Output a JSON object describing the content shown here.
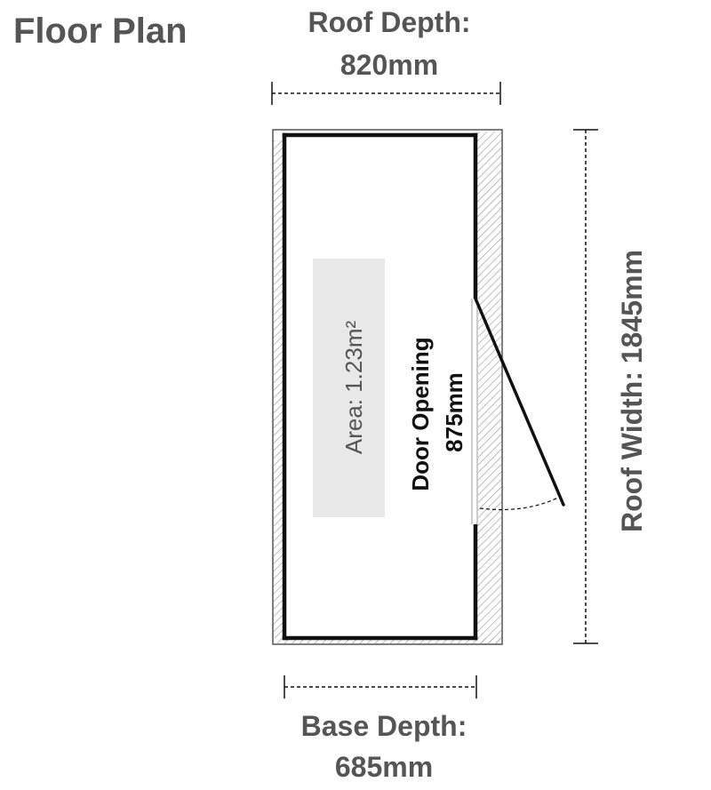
{
  "title": "Floor Plan",
  "roof_depth": {
    "label": "Roof Depth:",
    "value": "820mm"
  },
  "base_depth": {
    "label": "Base Depth:",
    "value": "685mm"
  },
  "roof_width": {
    "text": "Roof Width: 1845mm"
  },
  "area": {
    "text": "Area: 1.23m²"
  },
  "door": {
    "label": "Door Opening",
    "value": "875mm"
  },
  "colors": {
    "heading": "#555555",
    "wall": "#111111",
    "hatch": "#9a9a9a",
    "area_fill": "#e8e8e8",
    "door_text": "#111111"
  }
}
